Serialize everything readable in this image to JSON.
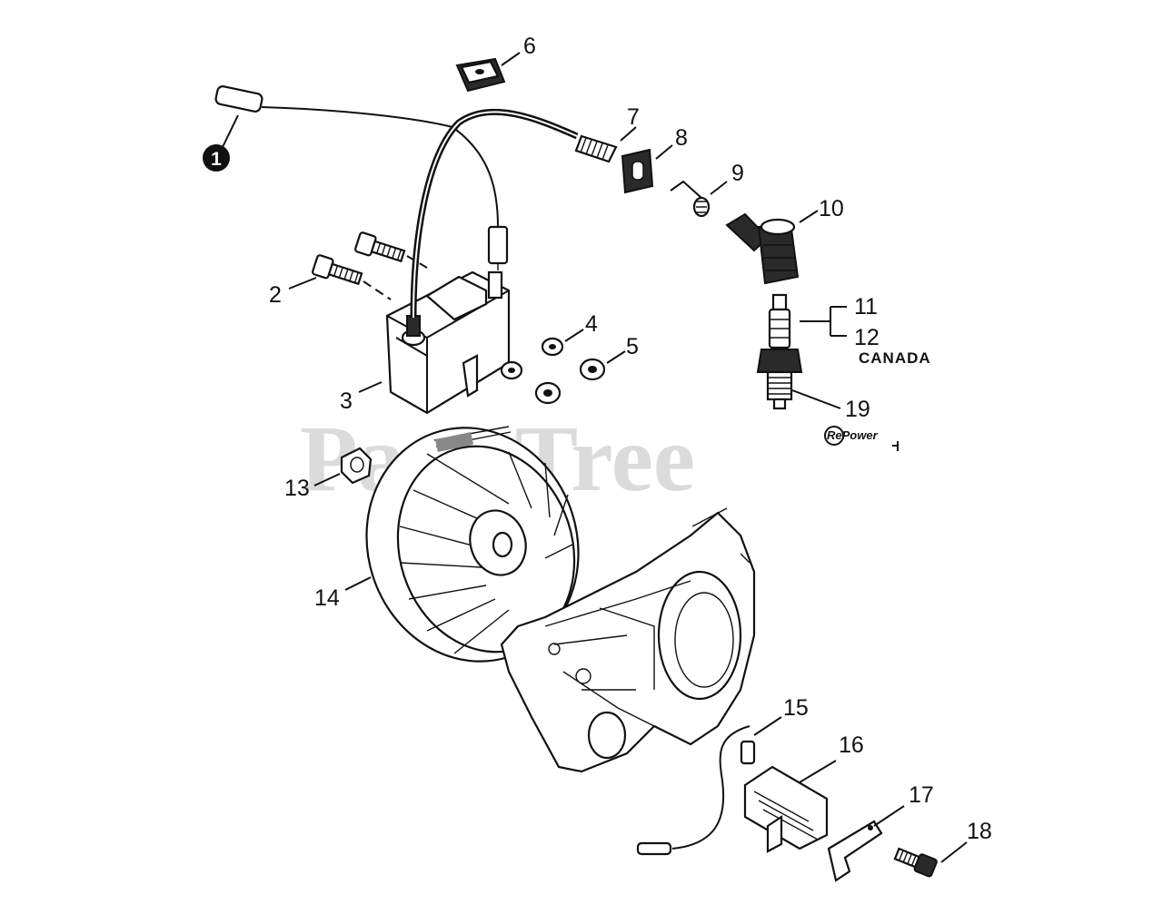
{
  "watermark": "PartsTree",
  "repower_mark": "RePower",
  "callouts": [
    {
      "id": "1",
      "label": "1"
    },
    {
      "id": "2",
      "label": "2"
    },
    {
      "id": "3",
      "label": "3"
    },
    {
      "id": "4",
      "label": "4"
    },
    {
      "id": "5",
      "label": "5"
    },
    {
      "id": "6",
      "label": "6"
    },
    {
      "id": "7",
      "label": "7"
    },
    {
      "id": "8",
      "label": "8"
    },
    {
      "id": "9",
      "label": "9"
    },
    {
      "id": "10",
      "label": "10"
    },
    {
      "id": "11",
      "label": "11"
    },
    {
      "id": "12",
      "label": "12"
    },
    {
      "id": "13",
      "label": "13"
    },
    {
      "id": "14",
      "label": "14"
    },
    {
      "id": "15",
      "label": "15"
    },
    {
      "id": "16",
      "label": "16"
    },
    {
      "id": "17",
      "label": "17"
    },
    {
      "id": "18",
      "label": "18"
    },
    {
      "id": "19",
      "label": "19"
    }
  ],
  "notes": {
    "item12_region": "CANADA"
  },
  "colors": {
    "line": "#111111",
    "background": "#ffffff",
    "watermark": "#bdbdbd"
  }
}
